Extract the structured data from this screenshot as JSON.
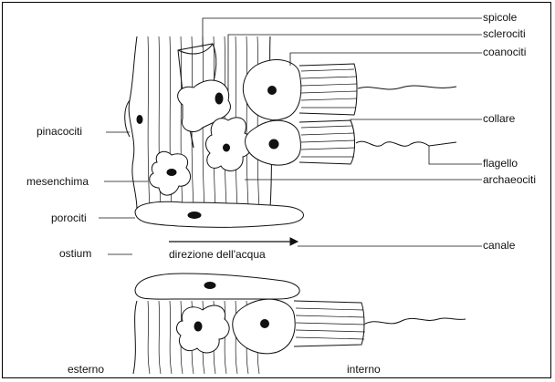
{
  "labels": {
    "pinacociti": "pinacociti",
    "mesenchima": "mesenchima",
    "porociti": "porociti",
    "ostium": "ostium",
    "esterno": "esterno",
    "spicole": "spicole",
    "sclerociti": "sclerociti",
    "coanociti": "coanociti",
    "collare": "collare",
    "flagello": "flagello",
    "archaeociti": "archaeociti",
    "canale": "canale",
    "direzione": "direzione dell'acqua",
    "interno": "interno"
  },
  "colors": {
    "ink": "#111111",
    "background": "#ffffff"
  }
}
